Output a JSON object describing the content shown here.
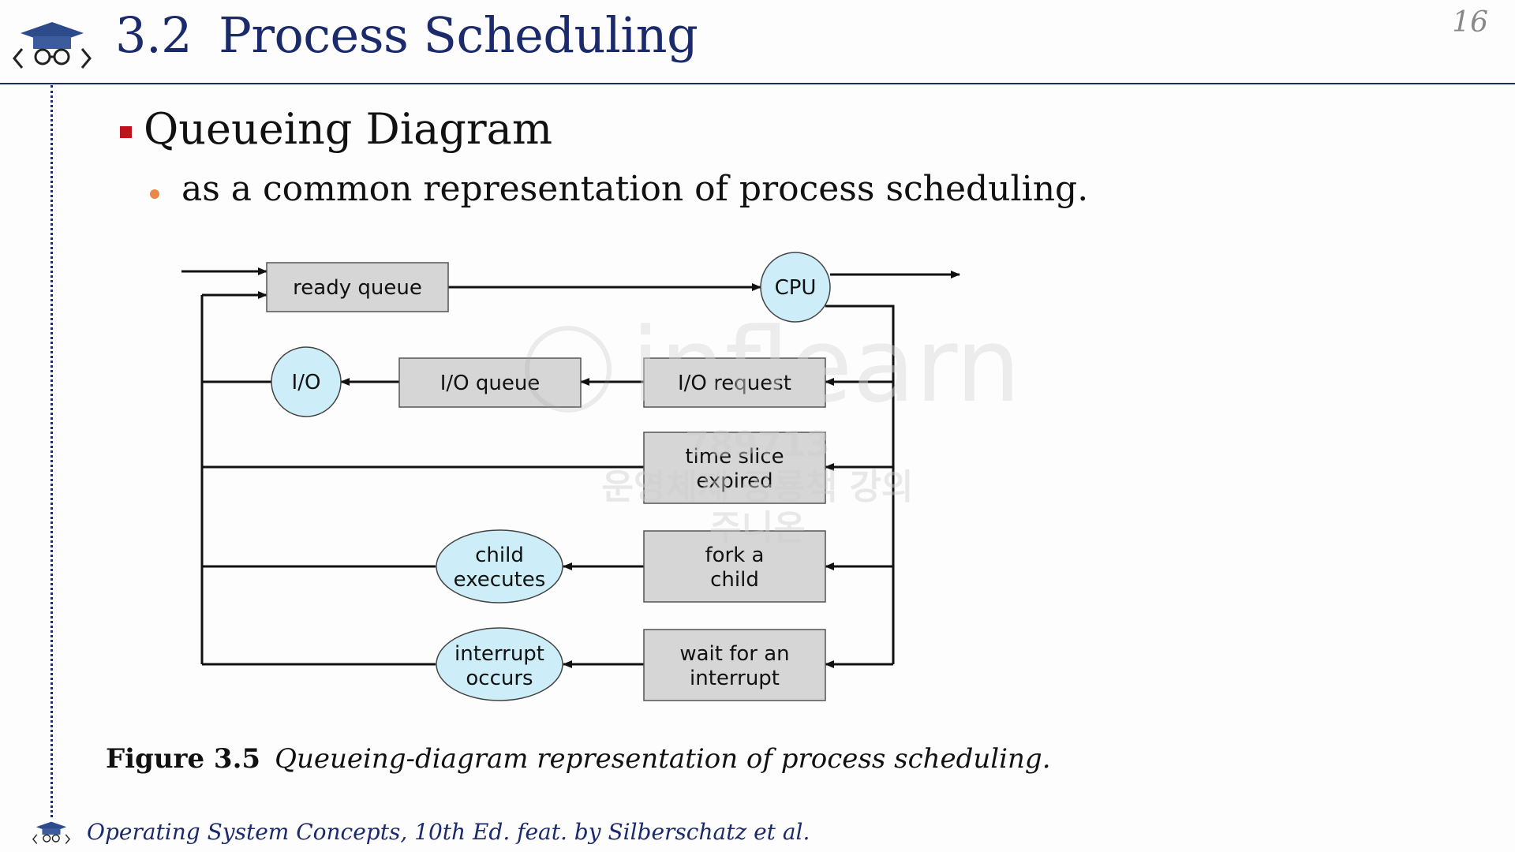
{
  "header": {
    "section_number": "3.2",
    "title": "Process Scheduling",
    "page_number": "16"
  },
  "content": {
    "heading": "Queueing Diagram",
    "subpoint": "as a common representation of process scheduling."
  },
  "diagram": {
    "nodes": {
      "ready_queue": "ready queue",
      "cpu": "CPU",
      "io": "I/O",
      "io_queue": "I/O queue",
      "io_request": "I/O request",
      "time_slice_line1": "time slice",
      "time_slice_line2": "expired",
      "child_exec_line1": "child",
      "child_exec_line2": "executes",
      "fork_line1": "fork a",
      "fork_line2": "child",
      "interrupt_occurs_line1": "interrupt",
      "interrupt_occurs_line2": "occurs",
      "wait_interrupt_line1": "wait for an",
      "wait_interrupt_line2": "interrupt"
    },
    "colors": {
      "box_fill": "#d6d6d6",
      "circle_fill": "#cdeef8",
      "line": "#111111"
    }
  },
  "watermark": {
    "brand": "inflearn",
    "line1": "789713",
    "line2": "운영체제 공룡책 강의",
    "line3": "주니온"
  },
  "caption": {
    "figure_label": "Figure 3.5",
    "description": "Queueing-diagram representation of process scheduling."
  },
  "footer": {
    "text": "Operating System Concepts, 10th Ed. feat. by Silberschatz et al."
  }
}
